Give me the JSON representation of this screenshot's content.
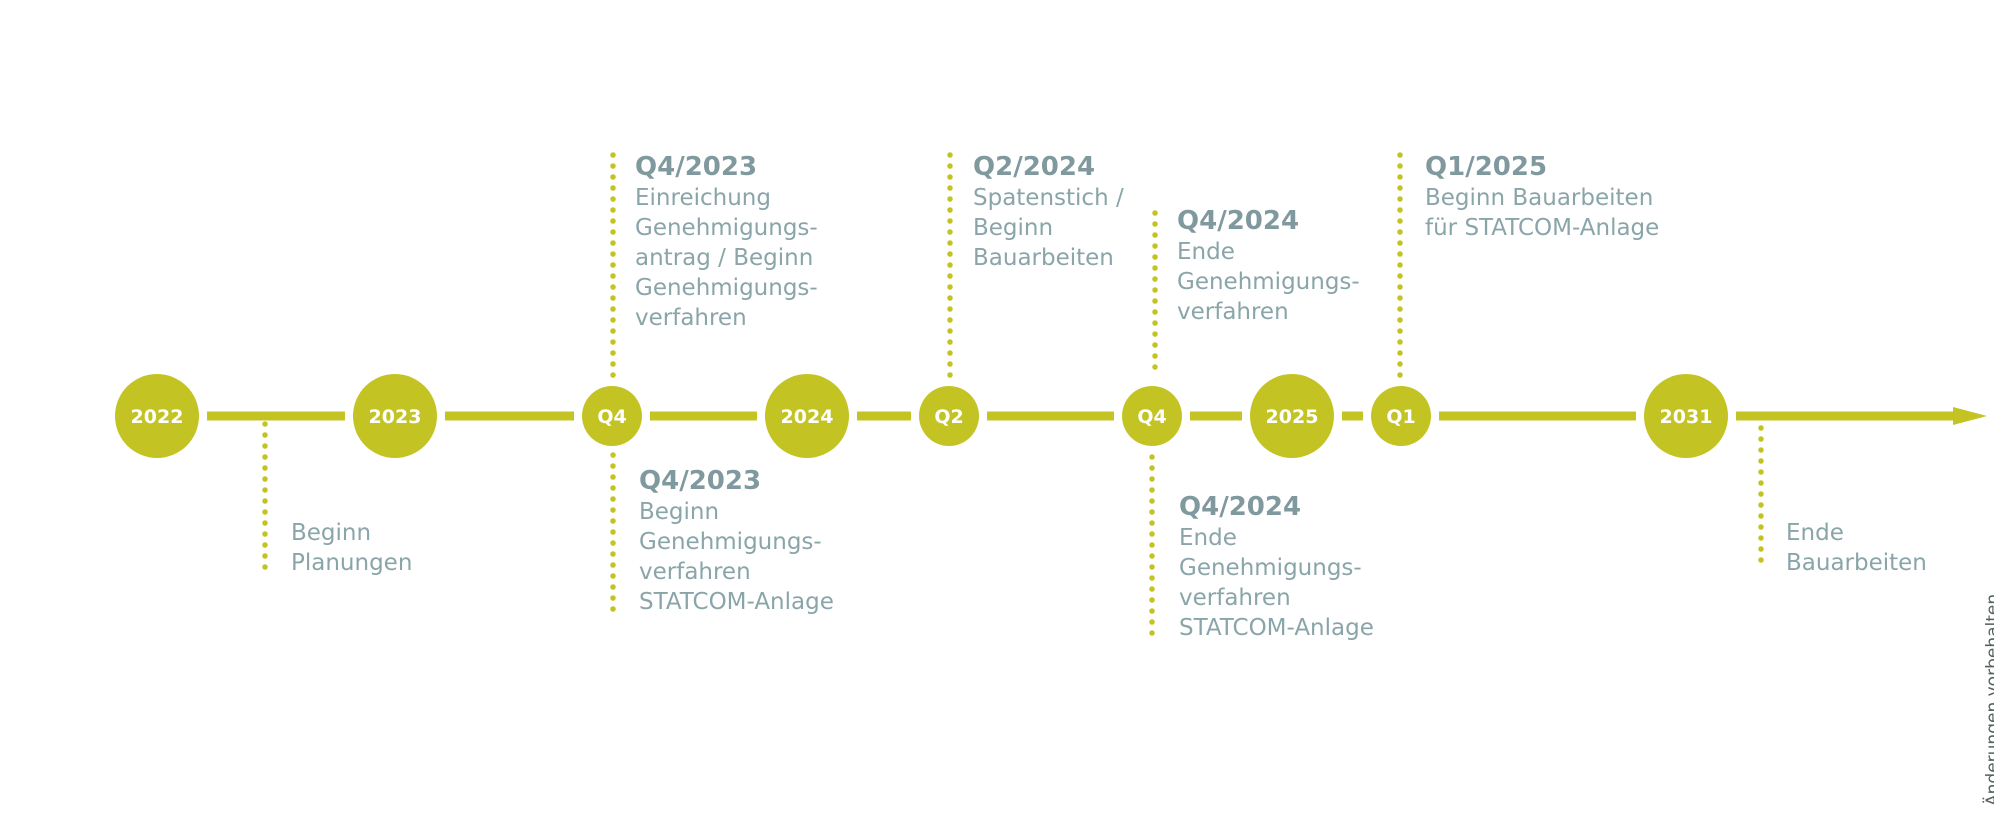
{
  "colors": {
    "accent": "#c3c424",
    "text": "#8aa5a9",
    "background": "#ffffff",
    "node_text": "#ffffff"
  },
  "nodes": [
    {
      "label": "2022",
      "kind": "year"
    },
    {
      "label": "2023",
      "kind": "year"
    },
    {
      "label": "Q4",
      "kind": "quarter"
    },
    {
      "label": "2024",
      "kind": "year"
    },
    {
      "label": "Q2",
      "kind": "quarter"
    },
    {
      "label": "Q4",
      "kind": "quarter"
    },
    {
      "label": "2025",
      "kind": "year"
    },
    {
      "label": "Q1",
      "kind": "quarter"
    },
    {
      "label": "2031",
      "kind": "year"
    }
  ],
  "events": [
    {
      "date": "",
      "text": "Beginn\nPlanungen",
      "side": "below"
    },
    {
      "date": "Q4/2023",
      "text": "Einreichung\nGenehmigungs-\nantrag / Beginn\nGenehmigungs-\nverfahren",
      "side": "above"
    },
    {
      "date": "Q4/2023",
      "text": "Beginn\nGenehmigungs-\nverfahren\nSTATCOM-Anlage",
      "side": "below"
    },
    {
      "date": "Q2/2024",
      "text": "Spatenstich /\nBeginn\nBauarbeiten",
      "side": "above"
    },
    {
      "date": "Q4/2024",
      "text": "Ende\nGenehmigungs-\nverfahren",
      "side": "above"
    },
    {
      "date": "Q4/2024",
      "text": "Ende\nGenehmigungs-\nverfahren\nSTATCOM-Anlage",
      "side": "below"
    },
    {
      "date": "Q1/2025",
      "text": "Beginn Bauarbeiten\nfür STATCOM-Anlage",
      "side": "above"
    },
    {
      "date": "",
      "text": "Ende\nBauarbeiten",
      "side": "below"
    }
  ],
  "disclaimer": "Änderungen vorbehalten"
}
